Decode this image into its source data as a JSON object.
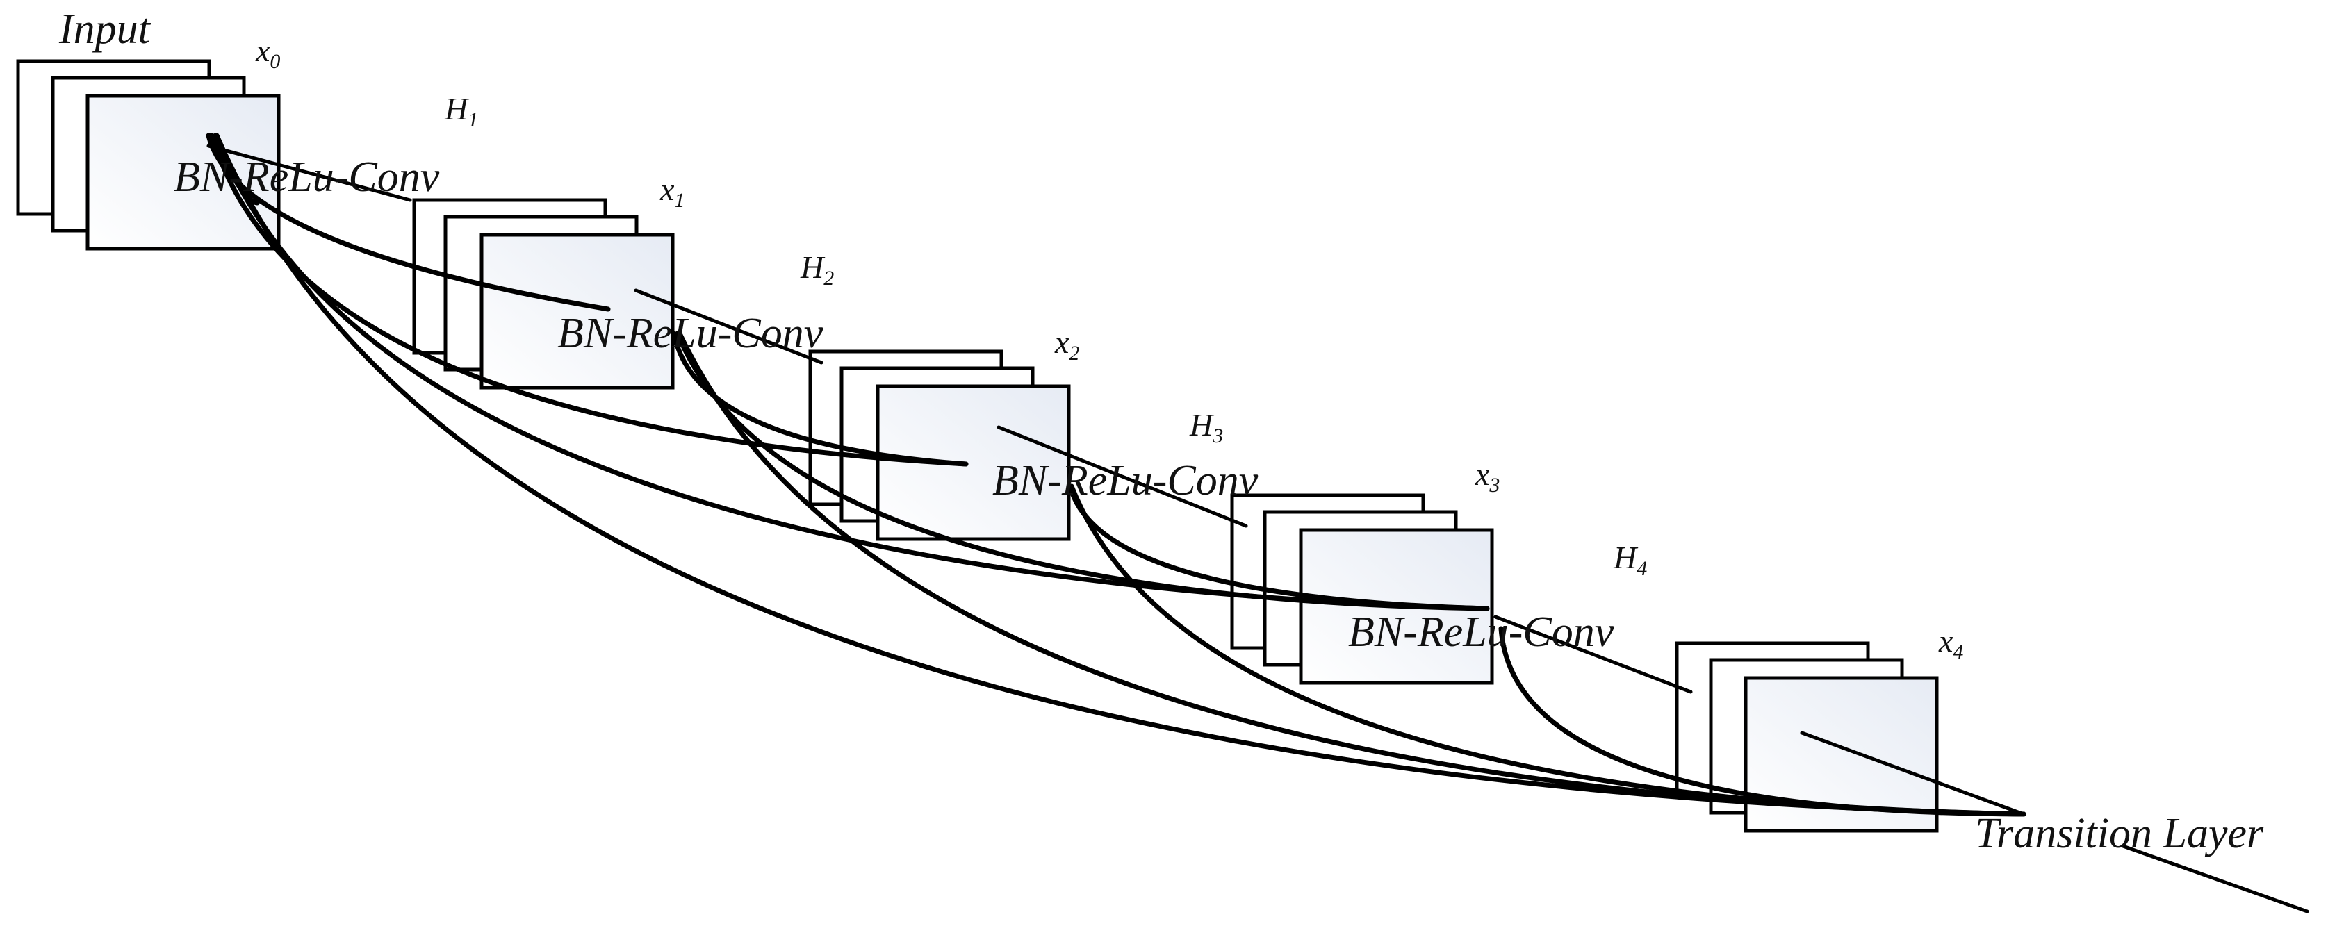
{
  "input_label": "Input",
  "layers": [
    {
      "id": "x",
      "sub": "0",
      "op": "BN-ReLu-Conv",
      "h": "H",
      "hsub": "1"
    },
    {
      "id": "x",
      "sub": "1",
      "op": "BN-ReLu-Conv",
      "h": "H",
      "hsub": "2"
    },
    {
      "id": "x",
      "sub": "2",
      "op": "BN-ReLu-Conv",
      "h": "H",
      "hsub": "3"
    },
    {
      "id": "x",
      "sub": "3",
      "op": "BN-ReLu-Conv",
      "h": "H",
      "hsub": "4"
    },
    {
      "id": "x",
      "sub": "4"
    }
  ],
  "transition_label": "Transition Layer",
  "colors": {
    "stroke": "#000000",
    "fill_light": "#ffffff",
    "fill_tint": "#e6ebf4"
  }
}
